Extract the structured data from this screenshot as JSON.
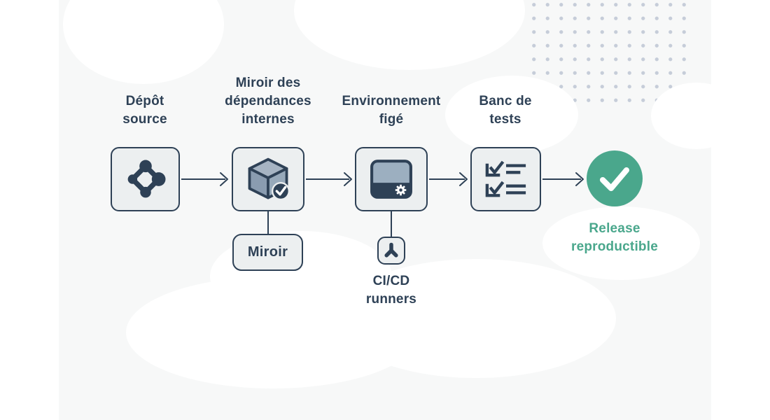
{
  "palette": {
    "navy": "#2e4156",
    "teal": "#4aa78c",
    "box_fill": "#eceff0",
    "canvas_bg": "#f7f8f8",
    "dot_color": "#c6cdd9",
    "icon_grayblue_top": "#a6b4c3",
    "icon_grayblue_left": "#8a9cb0",
    "icon_grayblue_right": "#97a9ba",
    "icon_window_screen": "#9cafc0"
  },
  "nodes": {
    "source": {
      "label_lines": [
        "Dépôt",
        "source"
      ],
      "icon": "git-network-icon"
    },
    "mirror": {
      "label_lines": [
        "Miroir des",
        "dépendances",
        "internes"
      ],
      "icon": "package-check-icon",
      "sub_label": "Miroir"
    },
    "environment": {
      "label_lines": [
        "Environnement",
        "figé"
      ],
      "icon": "container-gear-icon",
      "sub_label_lines": [
        "CI/CD",
        "runners"
      ],
      "sub_icon": "merge-branch-icon"
    },
    "tests": {
      "label_lines": [
        "Banc de",
        "tests"
      ],
      "icon": "checklist-icon"
    },
    "release": {
      "label_lines": [
        "Release",
        "reproductible"
      ],
      "icon": "check-circle-icon"
    }
  }
}
